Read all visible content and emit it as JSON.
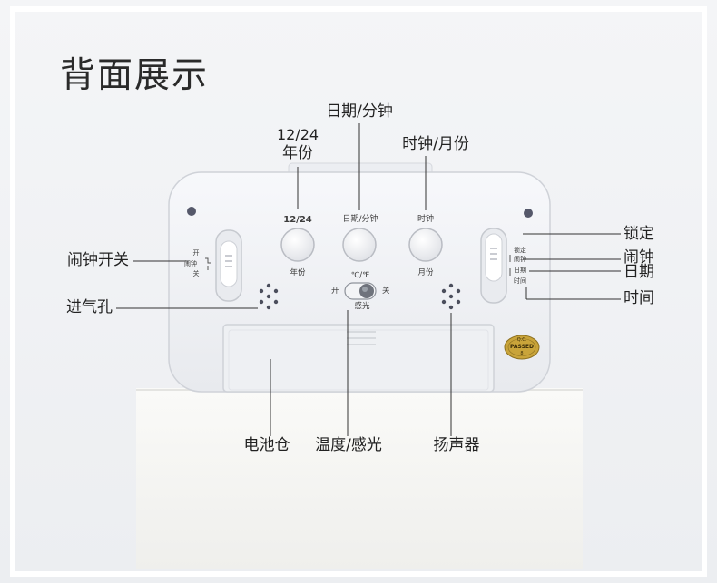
{
  "title": "背面展示",
  "callouts": {
    "left": {
      "alarm_switch": "闹钟开关",
      "vent": "进气孔"
    },
    "top": {
      "hour_mode_line1": "12/24",
      "hour_mode_line2": "年份",
      "date_minute": "日期/分钟",
      "hour_month": "时钟/月份"
    },
    "right": {
      "lock": "锁定",
      "alarm": "闹钟",
      "date": "日期",
      "time": "时间"
    },
    "bottom": {
      "battery": "电池仓",
      "temp_light": "温度/感光",
      "speaker": "扬声器"
    }
  },
  "device": {
    "btn1_top": "12/24",
    "btn1_bottom": "年份",
    "btn2_top": "日期/分钟",
    "btn3_top": "时钟",
    "btn3_bottom": "月份",
    "unit_label": "℃/℉",
    "switch_on": "开",
    "switch_off": "关",
    "sense_label": "感光",
    "left_slider": [
      "开",
      "闹钟",
      "关"
    ],
    "right_slider": [
      "锁定",
      "闹钟",
      "日期",
      "时间"
    ],
    "qc_line1": "Q.C.",
    "qc_line2": "PASSED",
    "qc_line3": "8"
  },
  "colors": {
    "background": "#f2f3f5",
    "device_body": "#f4f5f8",
    "pedestal": "#f7f7f5",
    "text": "#222222",
    "qc_sticker": "#c9a43a"
  }
}
